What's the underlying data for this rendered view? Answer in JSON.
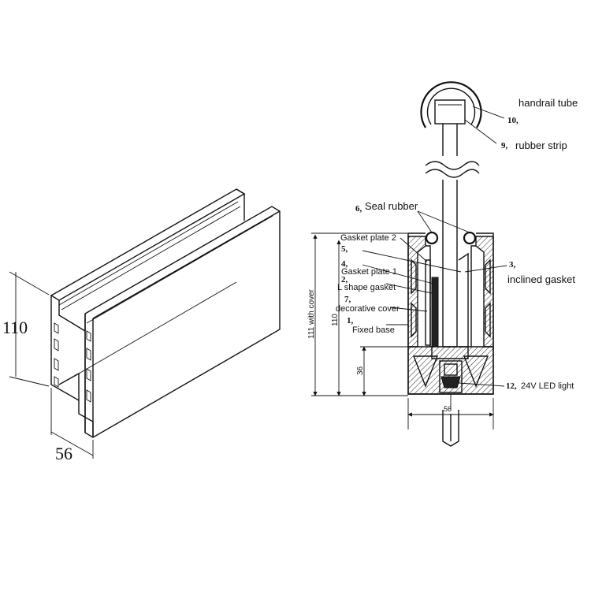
{
  "left_view": {
    "height_dim": "110",
    "width_dim": "56"
  },
  "section_view": {
    "dims": {
      "with_cover": "111 with cover",
      "inner_height": "110",
      "led_height": "36",
      "base_width": "56"
    },
    "callouts": [
      {
        "num": "10,",
        "label": "handrail tube"
      },
      {
        "num": "9,",
        "label": "rubber strip"
      },
      {
        "num": "6,",
        "label": "Seal rubber"
      },
      {
        "num": "",
        "label": "Gasket plate 2"
      },
      {
        "num": "5,",
        "label": ""
      },
      {
        "num": "3,",
        "label": "inclined gasket"
      },
      {
        "num": "4,",
        "label": ""
      },
      {
        "num": "",
        "label": "Gasket plate 1"
      },
      {
        "num": "2,",
        "label": ""
      },
      {
        "num": "",
        "label": "L shape gasket"
      },
      {
        "num": "7,",
        "label": ""
      },
      {
        "num": "",
        "label": "decorative cover"
      },
      {
        "num": "1,",
        "label": ""
      },
      {
        "num": "",
        "label": "Fixed base"
      },
      {
        "num": "12,",
        "label": "24V LED light"
      }
    ]
  }
}
